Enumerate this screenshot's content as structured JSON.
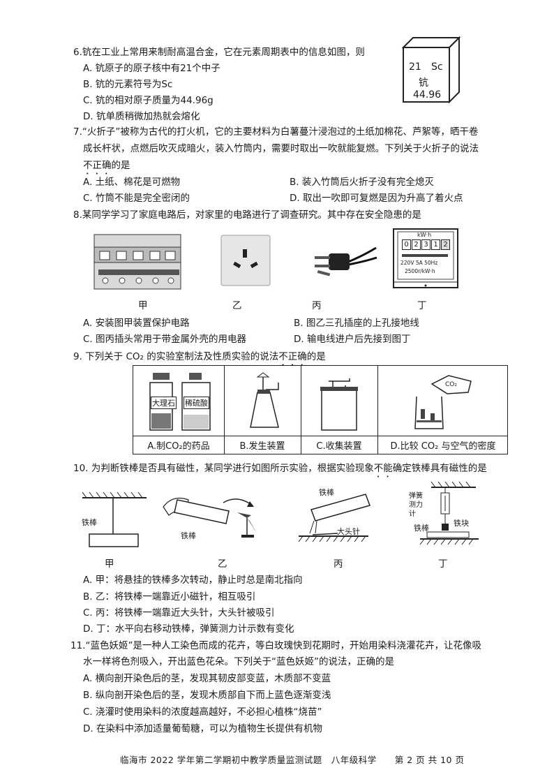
{
  "q6": {
    "stem": "6.钪在工业上常用来制耐高温合金，它在元素周期表中的信息如图，则",
    "options": [
      "A. 钪原子的原子核中有21个中子",
      "B. 钪的元素符号为Sc",
      "C. 钪的相对原子质量为44.96g",
      "D. 钪单质稍微加热就会熔化"
    ],
    "element": {
      "number": "21",
      "symbol": "Sc",
      "name": "钪",
      "mass": "44.96"
    }
  },
  "q7": {
    "stem_line1": "7.“火折子”被称为古代的打火机，它的主要材料为白薯蔓汁浸泡过的土纸加棉花、芦絮等，晒干卷",
    "stem_line2": "成长杆状，点燃后吹灭成暗火，装入竹筒内，需要时取出一吹就能复燃。下列关于火折子的说法",
    "stem_line3_em": "不正确",
    "stem_line3_tail": "的是",
    "options": [
      "A. 土纸、棉花是可燃物",
      "B. 装入竹筒后火折子没有完全熄灭",
      "C. 竹筒不能是完全密闭的",
      "D. 取出一吹即可复燃是因为升高了着火点"
    ]
  },
  "q8": {
    "stem": "8.某同学学习了家庭电路后，对家里的电路进行了调查研究。其中存在安全隐患的是",
    "labels": [
      "甲",
      "乙",
      "丙",
      "丁"
    ],
    "meter_text": {
      "unit": "kW·h",
      "digits": [
        "0",
        "2",
        "3",
        "1",
        "2"
      ],
      "spec": "220V   5A   50Hz",
      "rev": "2500r/kW·h"
    },
    "options": [
      "A. 安装图甲装置保护电路",
      "B. 图乙三孔插座的上孔接地线",
      "C. 图丙插头常用于带金属外壳的用电器",
      "D. 输电线进户后先接到图丁"
    ]
  },
  "q9": {
    "stem_head": "9. 下列关于 CO₂ 的实验室制法及性质实验的说法",
    "stem_em": "不正确",
    "stem_tail": "的是",
    "bottles": [
      "大理石",
      "稀硫酸"
    ],
    "co2_label": "CO₂",
    "cells": [
      "A.制CO₂的药品",
      "B.发生装置",
      "C.收集装置",
      "D.比较 CO₂ 与空气的密度"
    ]
  },
  "q10": {
    "stem_head": "10. 为判断铁棒是否具有磁性，某同学进行如图所示实验，根据实验现象",
    "stem_em": "不能",
    "stem_tail": "确定铁棒具有磁性的是",
    "fig_labels": {
      "bar": "铁棒",
      "pin": "大头针",
      "scale": "弹簧测力计",
      "block": "铁块"
    },
    "labels": [
      "甲",
      "乙",
      "丙",
      "丁"
    ],
    "options": [
      "A. 甲：将悬挂的铁棒多次转动，静止时总是南北指向",
      "B. 乙：将铁棒一端靠近小磁针，相互吸引",
      "C. 丙：将铁棒一端靠近大头针，大头针被吸引",
      "D. 丁：水平向右移动铁棒，弹簧测力计示数有变化"
    ]
  },
  "q11": {
    "stem_line1": "11.“蓝色妖姬”是一种人工染色而成的花卉，等白玫瑰快到花期时，开始用染料浇灌花卉，让花像吸",
    "stem_line2": "水一样将色剂吸入，开出蓝色花朵。下列关于“蓝色妖姬”的说法，正确的是",
    "options": [
      "A. 横向剖开染色后的茎，发现其韧皮部变蓝，木质部不变蓝",
      "B. 纵向剖开染色后的茎，发现木质部自下而上蓝色逐渐变浅",
      "C. 浇灌时使用染料的浓度越高越好，不必担心植株“烧苗”",
      "D. 在染料中添加适量葡萄糖，可以为植物生长提供有机物"
    ]
  },
  "footer": "临海市 2022 学年第二学期初中教学质量监测试题　八年级科学　　第 2 页 共 10 页"
}
